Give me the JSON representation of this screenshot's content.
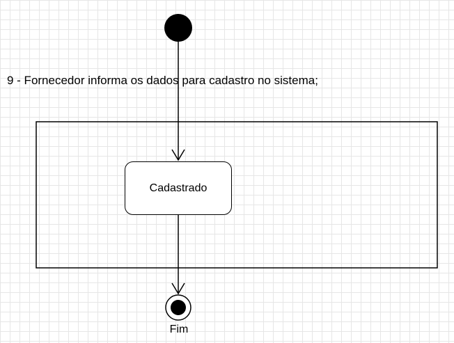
{
  "diagram": {
    "transition_label": "9 - Fornecedor informa os dados para cadastro no sistema;",
    "state_label": "Cadastrado",
    "end_label": "Fim",
    "line_color": "#000000",
    "grid_color": "#e6e6e6",
    "background_color": "#ffffff"
  }
}
